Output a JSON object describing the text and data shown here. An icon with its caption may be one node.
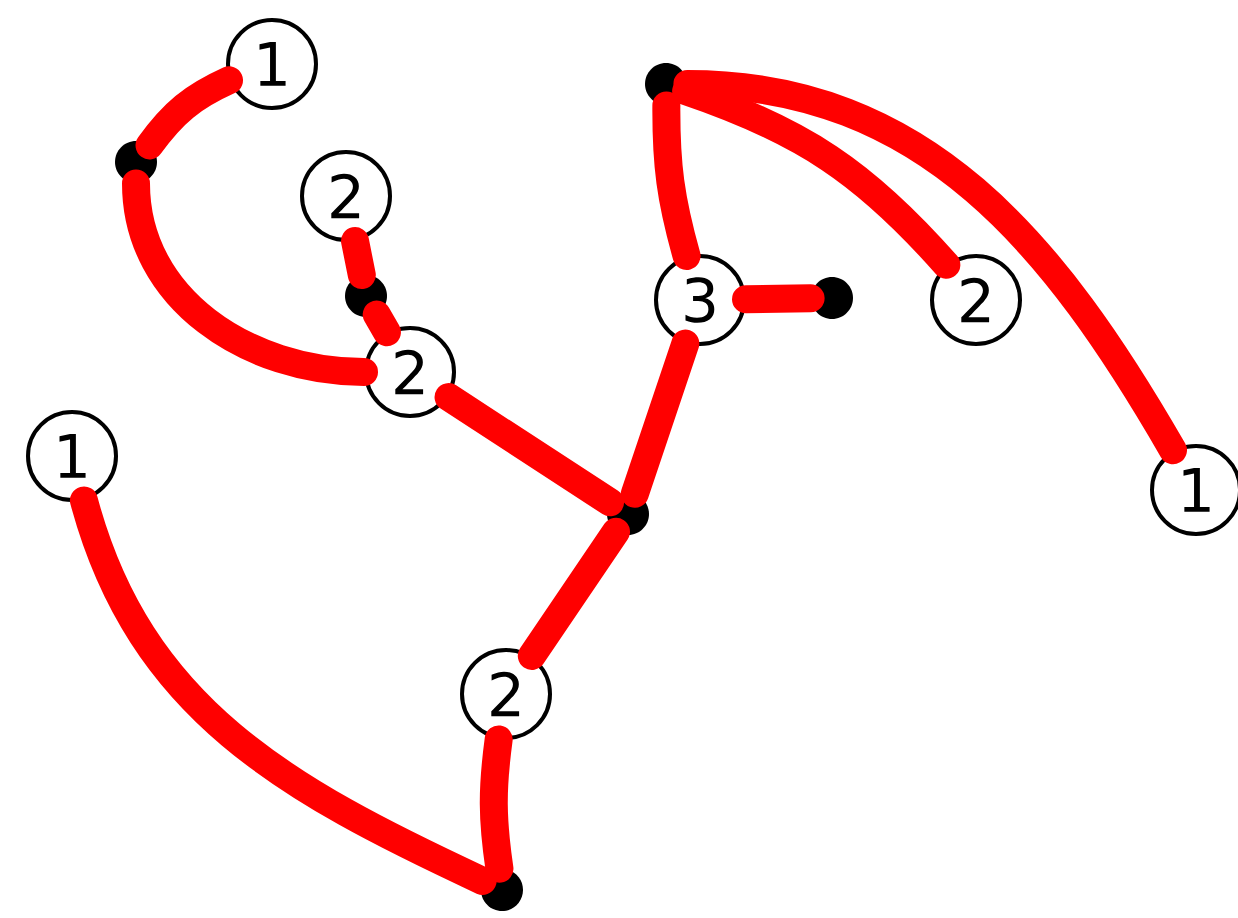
{
  "diagram": {
    "nodes": [
      {
        "text": [
          "1"
        ]
      },
      {
        "text": [],
        "shape": "circle"
      },
      {
        "text": [],
        "shape": "circle"
      },
      {
        "text": [
          "2"
        ]
      },
      {
        "text": [],
        "shape": "circle"
      },
      {
        "text": [
          "3"
        ]
      },
      {
        "text": [],
        "shape": "circle"
      },
      {
        "text": [
          "2"
        ]
      },
      {
        "text": [
          "2"
        ]
      },
      {
        "text": [
          "1"
        ]
      },
      {
        "text": [
          "1"
        ]
      },
      {
        "text": [],
        "shape": "circle"
      },
      {
        "text": [
          "2"
        ]
      },
      {
        "text": [],
        "shape": "circle"
      }
    ],
    "edges": [
      {
        "from": 0,
        "to": 2,
        "arrow": "none"
      },
      {
        "from": 2,
        "to": 8,
        "arrow": "none"
      },
      {
        "from": 3,
        "to": 4,
        "arrow": "none"
      },
      {
        "from": 4,
        "to": 8,
        "arrow": "none"
      },
      {
        "from": 8,
        "to": 11,
        "arrow": "none"
      },
      {
        "from": 11,
        "to": 5,
        "arrow": "none"
      },
      {
        "from": 5,
        "to": 1,
        "arrow": "none"
      },
      {
        "from": 5,
        "to": 6,
        "arrow": "none"
      },
      {
        "from": 1,
        "to": 7,
        "arrow": "none"
      },
      {
        "from": 1,
        "to": 10,
        "arrow": "none"
      },
      {
        "from": 11,
        "to": 12,
        "arrow": "none"
      },
      {
        "from": 12,
        "to": 13,
        "arrow": "none"
      },
      {
        "from": 9,
        "to": 13,
        "arrow": "none"
      }
    ]
  }
}
